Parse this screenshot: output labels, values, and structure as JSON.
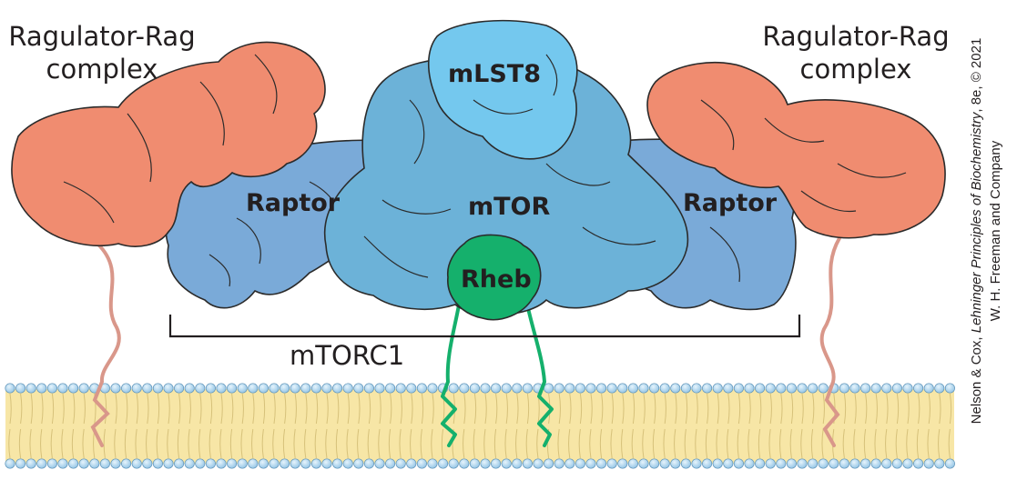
{
  "labels": {
    "left_complex_line1": "Ragulator-Rag",
    "left_complex_line2": "complex",
    "right_complex_line1": "Ragulator-Rag",
    "right_complex_line2": "complex",
    "raptor_left": "Raptor",
    "raptor_right": "Raptor",
    "mtor": "mTOR",
    "mlst8": "mLST8",
    "rheb": "Rheb",
    "mtorc1": "mTORC1"
  },
  "credit": {
    "authors": "Nelson & Cox, ",
    "book": "Lehninger Principles of Biochemistry",
    "edition": ", 8e, © 2021",
    "publisher": "W. H. Freeman and Company"
  },
  "colors": {
    "ragulator": "#f08c70",
    "raptor": "#7aaad8",
    "mtor": "#6cb2d8",
    "mlst8": "#74c8ee",
    "rheb": "#15b06c",
    "membrane_core": "#f7e6a6",
    "lipid_head": "#9fcdea",
    "anchor": "#d9978a"
  }
}
